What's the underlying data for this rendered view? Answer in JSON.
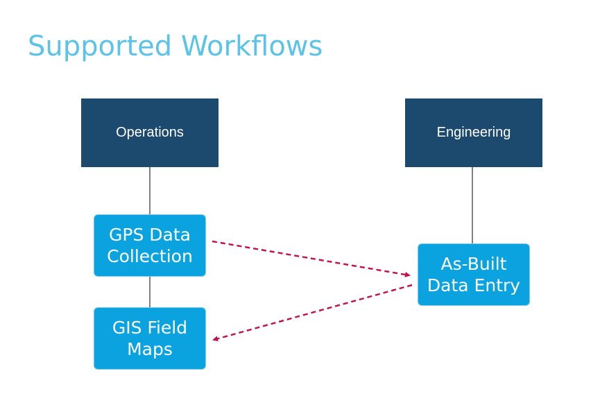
{
  "title": "Supported Workflows",
  "departments": {
    "operations": "Operations",
    "engineering": "Engineering"
  },
  "nodes": {
    "gps": "GPS Data\nCollection",
    "gis": "GIS Field\nMaps",
    "asbuilt": "As-Built\nData Entry"
  },
  "colors": {
    "title": "#5bc3e8",
    "department_fill": "#1c4a6e",
    "node_fill": "#0aa3df",
    "arrow": "#c0144b",
    "line": "#000000"
  }
}
